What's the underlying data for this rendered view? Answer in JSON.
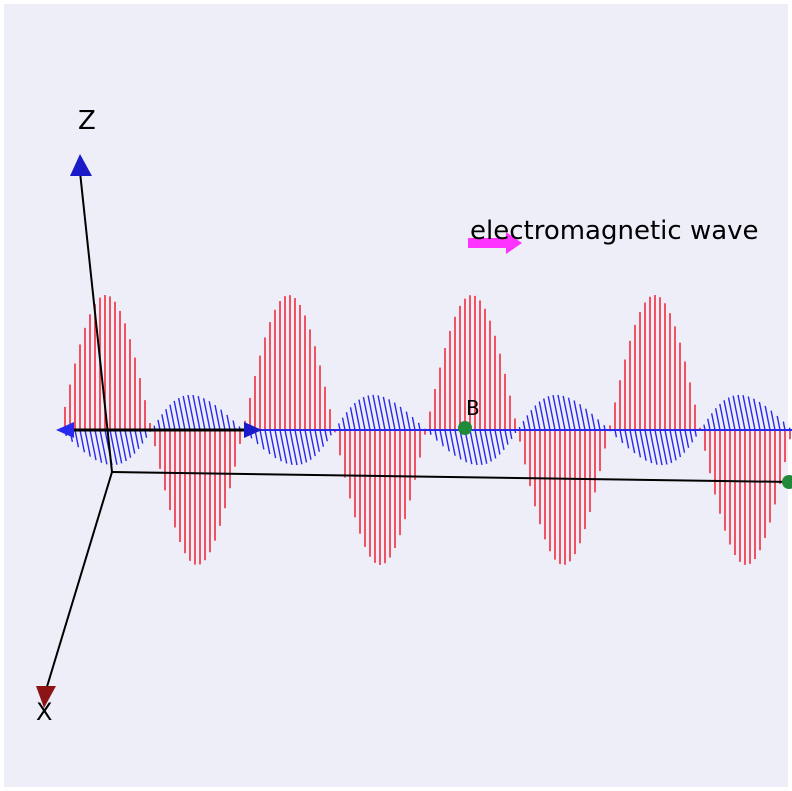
{
  "scene": {
    "background_color": "#eeeef9",
    "axis_color": "#000000",
    "electric_field_color": "#f02c3c",
    "magnetic_field_color": "#2828ee",
    "propagation_arrow_color": "#ff33ff",
    "z_cone_color": "#1a1ac8",
    "x_cone_color": "#8c1414",
    "marker_color": "#1f8a3a"
  },
  "labels": {
    "z_axis": "Z",
    "x_axis": "X",
    "field_marker": "B",
    "wave_arrow": "electromagnetic wave"
  },
  "wave": {
    "electric_amplitude": 1.0,
    "magnetic_amplitude": 0.65,
    "visible_half_cycles": 8
  },
  "icons": {
    "z_cone": "cone-up-icon",
    "x_cone": "cone-down-icon",
    "wave_arrow": "arrow-right-icon"
  }
}
